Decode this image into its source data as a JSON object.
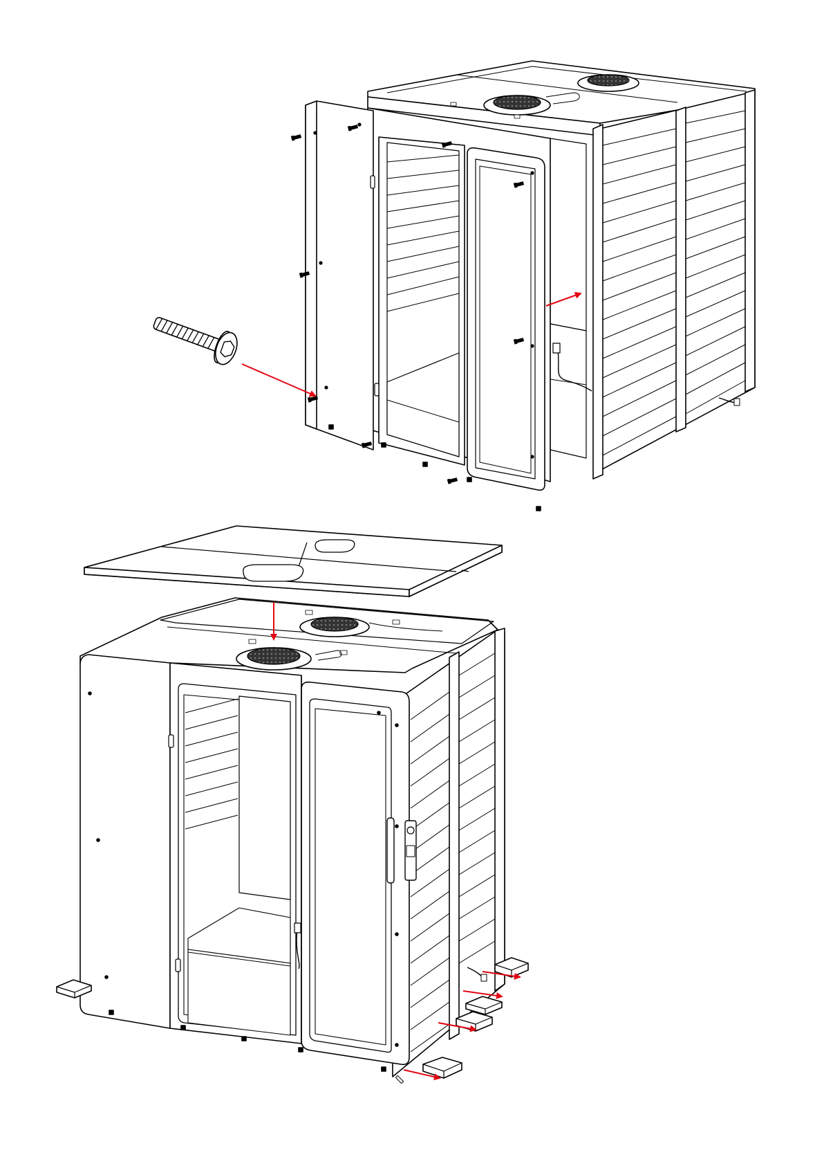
{
  "figure": {
    "type": "exploded-assembly-illustration",
    "steps": [
      {
        "name": "step-1",
        "action": "attach-front-panel-with-bolts",
        "parts": [
          "front-panel",
          "bolt",
          "booth-body"
        ]
      },
      {
        "name": "step-2",
        "action": "place-roof-panel-and-insert-feet-blocks",
        "parts": [
          "roof-panel",
          "booth-body",
          "feet-blocks"
        ]
      }
    ]
  },
  "colors": {
    "line": "#000000",
    "fill": "#ffffff",
    "fill_shade": "#f2f2f2",
    "arrow": "#e30613",
    "fan": "#222222"
  }
}
